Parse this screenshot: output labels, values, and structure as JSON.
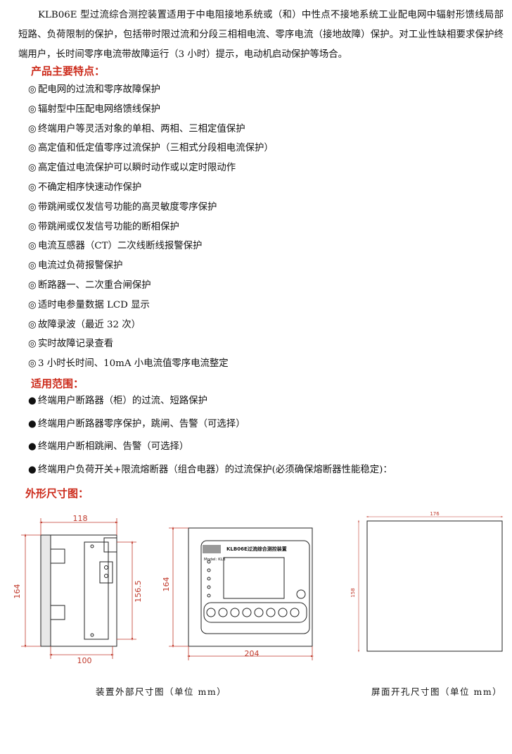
{
  "intro": "KLB06E 型过流综合测控装置适用于中电阻接地系统或（和）中性点不接地系统工业配电网中辐射形馈线局部短路、负荷限制的保护，包括带时限过流和分段三相相电流、零序电流（接地故障）保护。对工业性缺相要求保护终端用户，长时间零序电流带故障运行（3 小时）提示，电动机启动保护等场合。",
  "features": {
    "title": "产品主要特点：",
    "marker": "◎",
    "items": [
      "配电网的过流和零序故障保护",
      "辐射型中压配电网络馈线保护",
      "终端用户等灵活对象的单相、两相、三相定值保护",
      "高定值和低定值零序过流保护（三相式分段相电流保护）",
      "高定值过电流保护可以瞬时动作或以定时限动作",
      "不确定相序快速动作保护",
      "带跳闸或仅发信号功能的高灵敏度零序保护",
      "带跳闸或仅发信号功能的断相保护",
      "电流互感器（CT）二次线断线报警保护",
      "电流过负荷报警保护",
      "断路器一、二次重合闸保护",
      "适时电参量数据 LCD 显示",
      "故障录波（最近 32 次）",
      "实时故障记录查看",
      "3 小时长时间、10mA 小电流值零序电流整定"
    ]
  },
  "scope": {
    "title": "适用范围：",
    "marker": "●",
    "items": [
      "终端用户断路器（柜）的过流、短路保护",
      "终端用户断路器零序保护，跳闸、告警（可选择）",
      "终端用户断相跳闸、告警（可选择）",
      "终端用户负荷开关+限流熔断器（组合电器）的过流保护(必须确保熔断器性能稳定)："
    ]
  },
  "drawings": {
    "title": "外形尺寸图：",
    "side": {
      "width": "118",
      "depth": "100",
      "height": "164",
      "inner_height": "156.5"
    },
    "front": {
      "width": "204",
      "height": "164",
      "model": "KLB06E过流综合测控装置",
      "model_label": "Model: KLB"
    },
    "cutout": {
      "width": "176",
      "height": "158"
    },
    "caption_outer": "装置外部尺寸图（单位 mm）",
    "caption_cutout": "屏面开孔尺寸图（单位 mm）",
    "dim_color": "#c0392b"
  }
}
